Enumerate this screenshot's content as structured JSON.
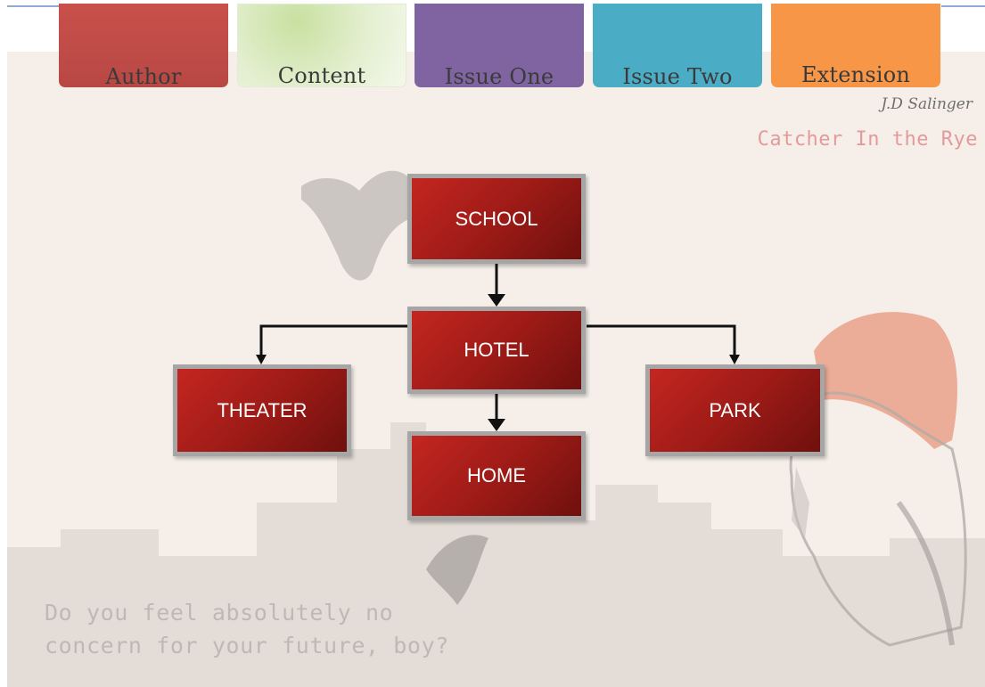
{
  "nav": {
    "tabs": [
      {
        "label": "Author",
        "color": "#c0504d"
      },
      {
        "label": "Content",
        "color": "#d7e4bd"
      },
      {
        "label": "Issue One",
        "color": "#8064a2"
      },
      {
        "label": "Issue Two",
        "color": "#4bacc6"
      },
      {
        "label": "Extension",
        "color": "#f79646"
      }
    ]
  },
  "header": {
    "author_signature": "J.D Salinger",
    "book_title": "Catcher In the Rye"
  },
  "diagram": {
    "school": "SCHOOL",
    "hotel": "HOTEL",
    "theater": "THEATER",
    "park": "PARK",
    "home": "HOME"
  },
  "quote": {
    "line1": "Do you feel absolutely no",
    "line2": "concern for your future, boy?"
  }
}
